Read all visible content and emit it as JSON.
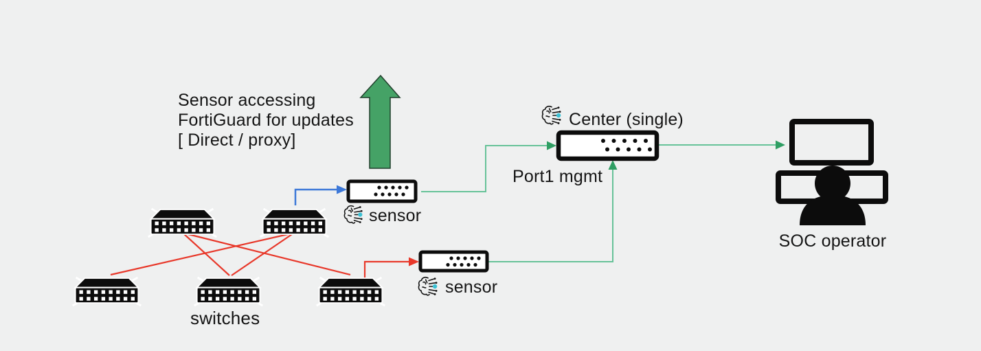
{
  "annotation": {
    "lines": [
      "Sensor accessing",
      "FortiGuard for updates",
      "[ Direct / proxy]"
    ]
  },
  "labels": {
    "sensor_top": "sensor",
    "sensor_bottom": "sensor",
    "center": "Center (single)",
    "port": "Port1 mgmt",
    "soc_operator": "SOC operator",
    "switches": "switches"
  },
  "colors": {
    "background": "#eff0f0",
    "switch_link_red": "#e8382a",
    "sensor_uplink_blue": "#3c78d8",
    "mgmt_link_green": "#66c298",
    "green_arrowhead": "#2f9e63",
    "fortiguard_arrow_green": "#45a266",
    "ai_dot_teal": "#3bc0d3",
    "device_ink": "#0c0c0c"
  },
  "diagram": {
    "nodes": [
      {
        "id": "switches",
        "label": "switches",
        "count": 5,
        "icon": "network-switch"
      },
      {
        "id": "sensor-top",
        "label": "sensor",
        "icon": "appliance-with-ai-brain"
      },
      {
        "id": "sensor-bottom",
        "label": "sensor",
        "icon": "appliance-with-ai-brain"
      },
      {
        "id": "center",
        "label": "Center (single)",
        "port_label": "Port1 mgmt",
        "icon": "appliance-with-ai-brain"
      },
      {
        "id": "soc-operator",
        "label": "SOC operator",
        "icon": "workstation-person"
      }
    ],
    "edges": [
      {
        "from": "switch-top-left",
        "to": "switch-bottom-middle",
        "color": "red",
        "style": "line"
      },
      {
        "from": "switch-top-left",
        "to": "switch-bottom-right",
        "color": "red",
        "style": "line"
      },
      {
        "from": "switch-top-right",
        "to": "switch-bottom-left",
        "color": "red",
        "style": "line"
      },
      {
        "from": "switch-top-right",
        "to": "switch-bottom-middle",
        "color": "red",
        "style": "line"
      },
      {
        "from": "switch-bottom-right",
        "to": "sensor-bottom",
        "color": "red",
        "style": "arrow"
      },
      {
        "from": "switch-top-right",
        "to": "sensor-top",
        "color": "blue",
        "style": "arrow"
      },
      {
        "from": "sensor-top",
        "to": "center",
        "color": "green",
        "style": "arrow"
      },
      {
        "from": "sensor-bottom",
        "to": "center-port1",
        "color": "green",
        "style": "arrow"
      },
      {
        "from": "center",
        "to": "soc-operator",
        "color": "green",
        "style": "arrow"
      },
      {
        "from": "sensor-top",
        "to": "fortiguard-updates",
        "color": "green",
        "style": "big-up-arrow"
      }
    ]
  }
}
